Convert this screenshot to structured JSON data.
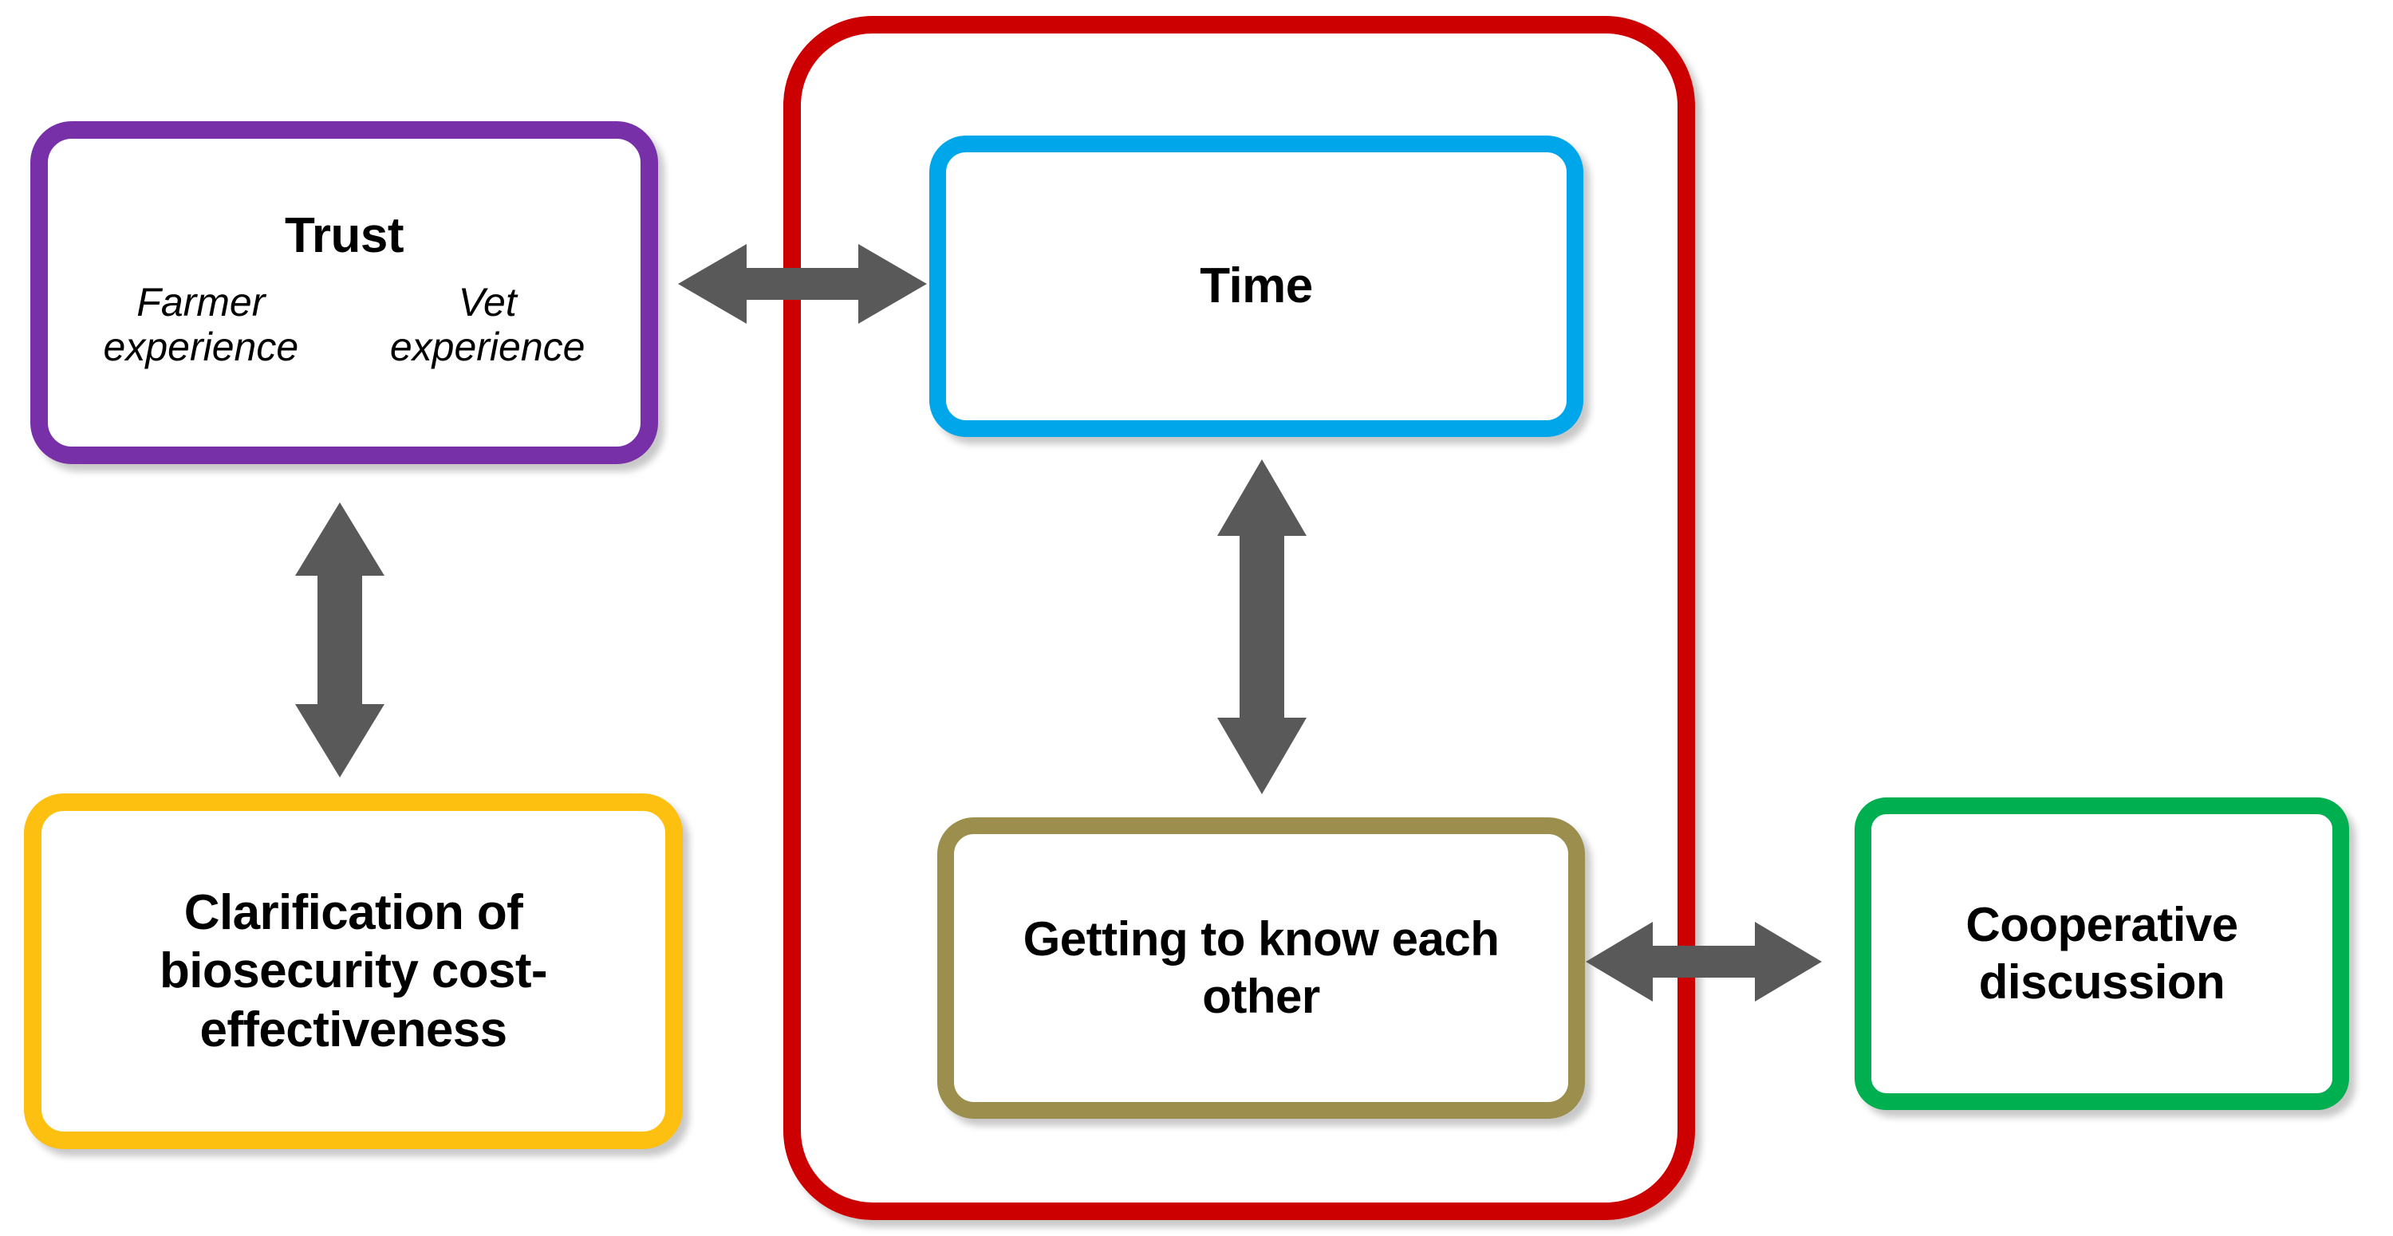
{
  "diagram": {
    "nodes": {
      "trust": {
        "title": "Trust",
        "sub_left": "Farmer experience",
        "sub_right": "Vet experience",
        "border_color": "#7730A8"
      },
      "time": {
        "title": "Time",
        "border_color": "#00A6EA"
      },
      "clarification": {
        "title": "Clarification of biosecurity cost-effectiveness",
        "border_color": "#FDC010"
      },
      "getting_to_know": {
        "title": "Getting to know each other",
        "border_color": "#9C8F4E"
      },
      "cooperative": {
        "title": "Cooperative discussion",
        "border_color": "#00AF50"
      }
    },
    "group_container": {
      "border_color": "#CC0000",
      "contains": [
        "time",
        "getting_to_know"
      ]
    },
    "arrows": {
      "color": "#595959",
      "items": [
        {
          "name": "trust-to-time",
          "from": "trust",
          "to": "time",
          "direction": "bidirectional",
          "orientation": "horizontal"
        },
        {
          "name": "trust-to-clarification",
          "from": "trust",
          "to": "clarification",
          "direction": "bidirectional",
          "orientation": "vertical"
        },
        {
          "name": "time-to-getting-to-know",
          "from": "time",
          "to": "getting_to_know",
          "direction": "bidirectional",
          "orientation": "vertical"
        },
        {
          "name": "getting-to-know-to-cooperative",
          "from": "getting_to_know",
          "to": "cooperative",
          "direction": "bidirectional",
          "orientation": "horizontal"
        }
      ]
    }
  }
}
